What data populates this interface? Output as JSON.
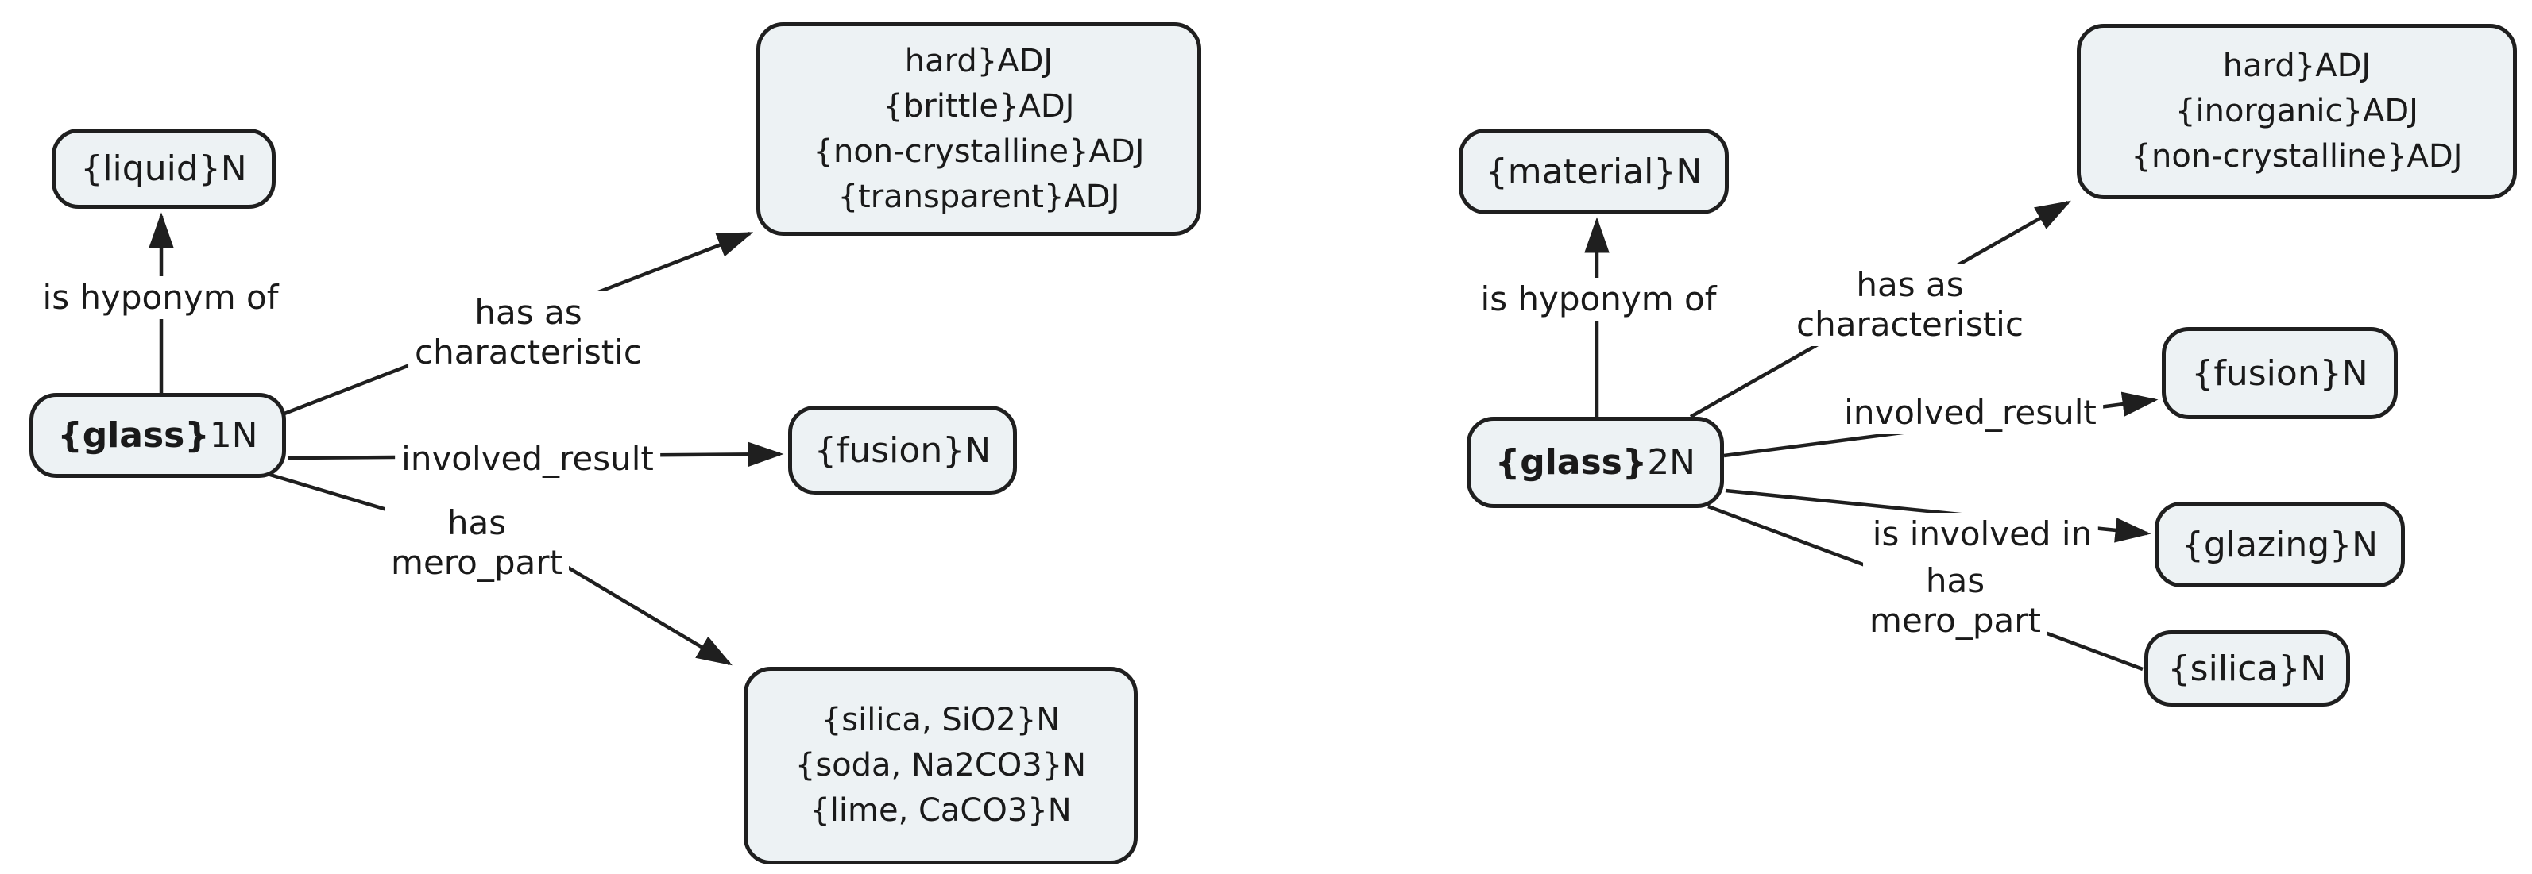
{
  "theme": {
    "background": "#ffffff",
    "node_fill": "#edf2f4",
    "node_border": "#1f1f1f",
    "line_color": "#1f1f1f",
    "text_color": "#1a1a1a"
  },
  "left": {
    "nodes": {
      "liquid": {
        "label": "{liquid}N"
      },
      "glass": {
        "bold": "{glass}",
        "suffix": "1N"
      },
      "characteristics": {
        "lines": [
          "hard}ADJ",
          "{brittle}ADJ",
          "{non-crystalline}ADJ",
          "{transparent}ADJ"
        ]
      },
      "fusion": {
        "label": "{fusion}N"
      },
      "parts": {
        "lines": [
          "{silica, SiO2}N",
          "{soda, Na2CO3}N",
          "{lime, CaCO3}N"
        ]
      }
    },
    "edges": {
      "hyponym": {
        "label": "is hyponym of"
      },
      "characteristic": {
        "lines": [
          "has as",
          "characteristic"
        ]
      },
      "result": {
        "label": "involved_result"
      },
      "meropart": {
        "lines": [
          "has",
          "mero_part"
        ]
      }
    }
  },
  "right": {
    "nodes": {
      "material": {
        "label": "{material}N"
      },
      "glass": {
        "bold": "{glass}",
        "suffix": "2N"
      },
      "characteristics": {
        "lines": [
          "hard}ADJ",
          "{inorganic}ADJ",
          "{non-crystalline}ADJ"
        ]
      },
      "fusion": {
        "label": "{fusion}N"
      },
      "glazing": {
        "label": "{glazing}N"
      },
      "silica": {
        "label": "{silica}N"
      }
    },
    "edges": {
      "hyponym": {
        "label": "is hyponym of"
      },
      "characteristic": {
        "lines": [
          "has as",
          "characteristic"
        ]
      },
      "result": {
        "label": "involved_result"
      },
      "involvedin": {
        "label": "is involved in"
      },
      "meropart": {
        "lines": [
          "has",
          "mero_part"
        ]
      }
    }
  }
}
